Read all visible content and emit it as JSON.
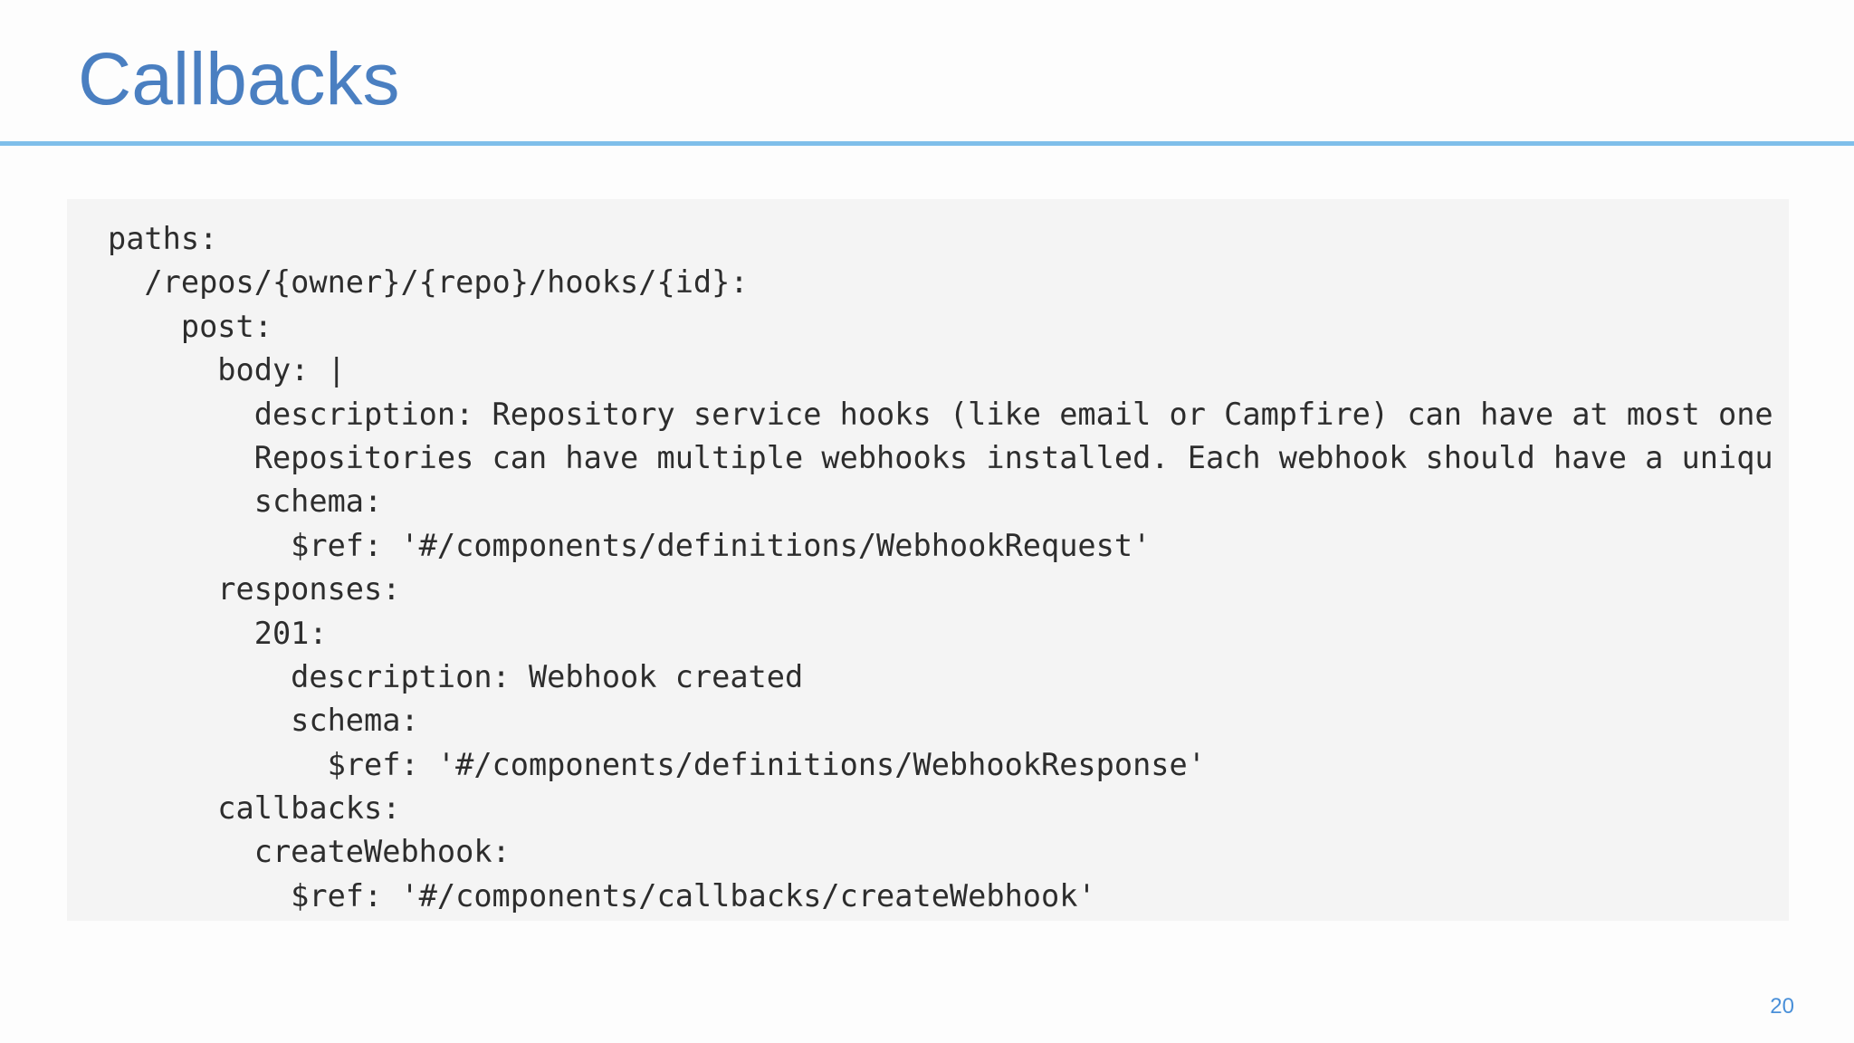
{
  "slide": {
    "title": "Callbacks",
    "page_number": "20"
  },
  "code": {
    "lines": [
      "paths:",
      "  /repos/{owner}/{repo}/hooks/{id}:",
      "    post:",
      "      body: |",
      "        description: Repository service hooks (like email or Campfire) can have at most one",
      "        Repositories can have multiple webhooks installed. Each webhook should have a uniqu",
      "        schema:",
      "          $ref: '#/components/definitions/WebhookRequest'",
      "      responses:",
      "        201:",
      "          description: Webhook created",
      "          schema:",
      "            $ref: '#/components/definitions/WebhookResponse'",
      "      callbacks:",
      "        createWebhook:",
      "          $ref: '#/components/callbacks/createWebhook'"
    ]
  },
  "colors": {
    "title": "#4a7fc1",
    "rule": "#7fbfea",
    "code_background": "#f4f4f4",
    "code_text": "#2d2d2d",
    "page_number": "#4a90d9"
  }
}
